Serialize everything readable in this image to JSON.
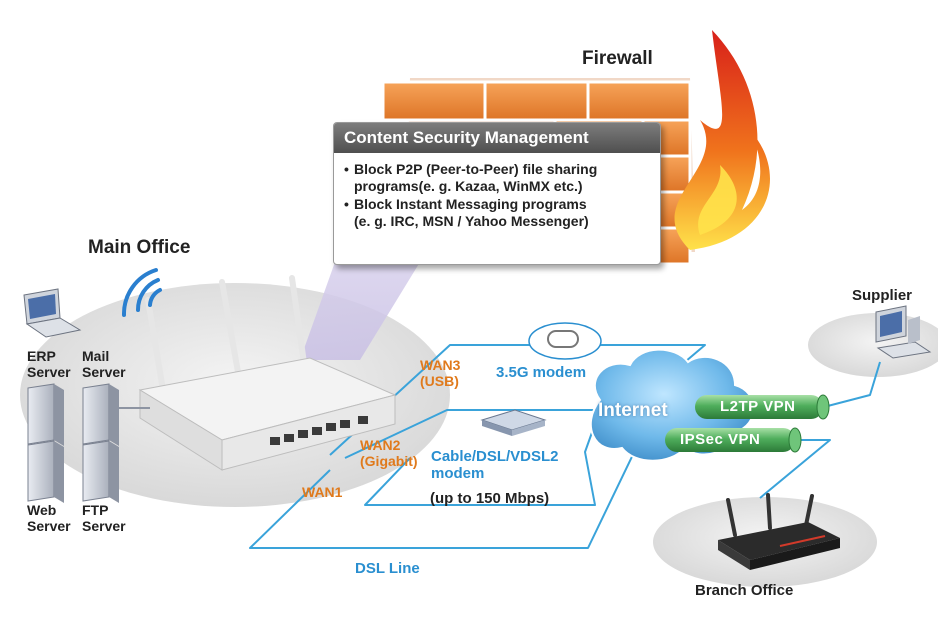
{
  "firewall": {
    "title": "Firewall"
  },
  "content_security": {
    "title": "Content Security Management",
    "items": [
      {
        "line1": "Block P2P (Peer-to-Peer) file sharing",
        "line2": "programs(e. g. Kazaa, WinMX etc.)"
      },
      {
        "line1": "Block Instant Messaging programs",
        "line2": "(e. g. IRC, MSN / Yahoo Messenger)"
      }
    ]
  },
  "main_office": {
    "title": "Main Office",
    "servers": {
      "erp": "ERP\nServer",
      "mail": "Mail\nServer",
      "web": "Web\nServer",
      "ftp": "FTP\nServer"
    }
  },
  "links": {
    "wan3": "WAN3\n(USB)",
    "wan2": "WAN2\n(Gigabit)",
    "wan1": "WAN1",
    "dsl_line": "DSL Line"
  },
  "modems": {
    "g35": "3.5G modem",
    "cable": "Cable/DSL/VDSL2\nmodem",
    "speed": "(up to 150 Mbps)"
  },
  "internet": {
    "label": "Internet"
  },
  "vpn": {
    "l2tp": "L2TP VPN",
    "ipsec": "IPSec VPN"
  },
  "supplier": {
    "title": "Supplier"
  },
  "branch_office": {
    "title": "Branch Office"
  },
  "colors": {
    "orange_label": "#e07a1c",
    "blue_label": "#2a8fd0",
    "line_blue": "#3aa3da",
    "pipe_green": "#3e9a4e",
    "brick": "#e8842e"
  }
}
